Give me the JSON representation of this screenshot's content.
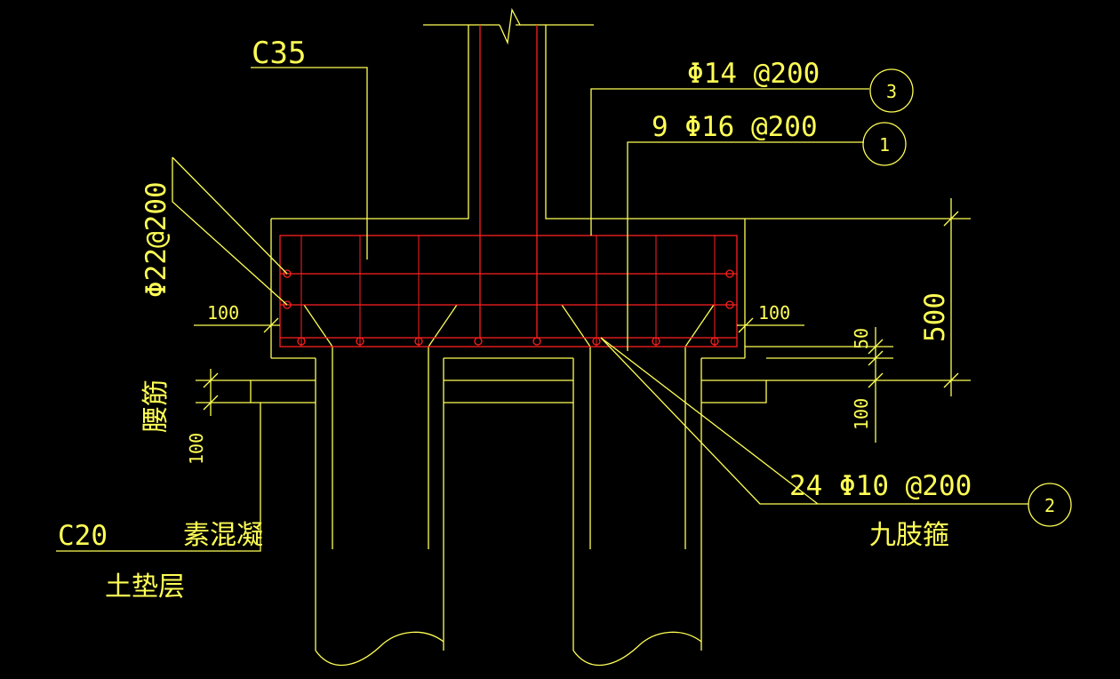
{
  "colors": {
    "background": "#000000",
    "outline": "#ffff55",
    "rebar": "#ff2020"
  },
  "labels": {
    "concrete_cap": "C35",
    "rebar_top": "Φ14 @200",
    "rebar_bottom": "9 Φ16 @200",
    "rebar_side_bars": "Φ22@200",
    "stirrups": "24 Φ10 @200",
    "stirrup_type": "九肢箍",
    "waist_bars": "腰筋",
    "cushion_grade": "C20",
    "cushion_text_1": "素混凝",
    "cushion_text_2": "土垫层"
  },
  "callouts": {
    "bubble_1": "1",
    "bubble_2": "2",
    "bubble_3": "3"
  },
  "dimensions": {
    "left_cover": "100",
    "right_cover": "100",
    "cap_height": "500",
    "pile_embed": "50",
    "cushion_right": "100",
    "cushion_left": "100"
  }
}
